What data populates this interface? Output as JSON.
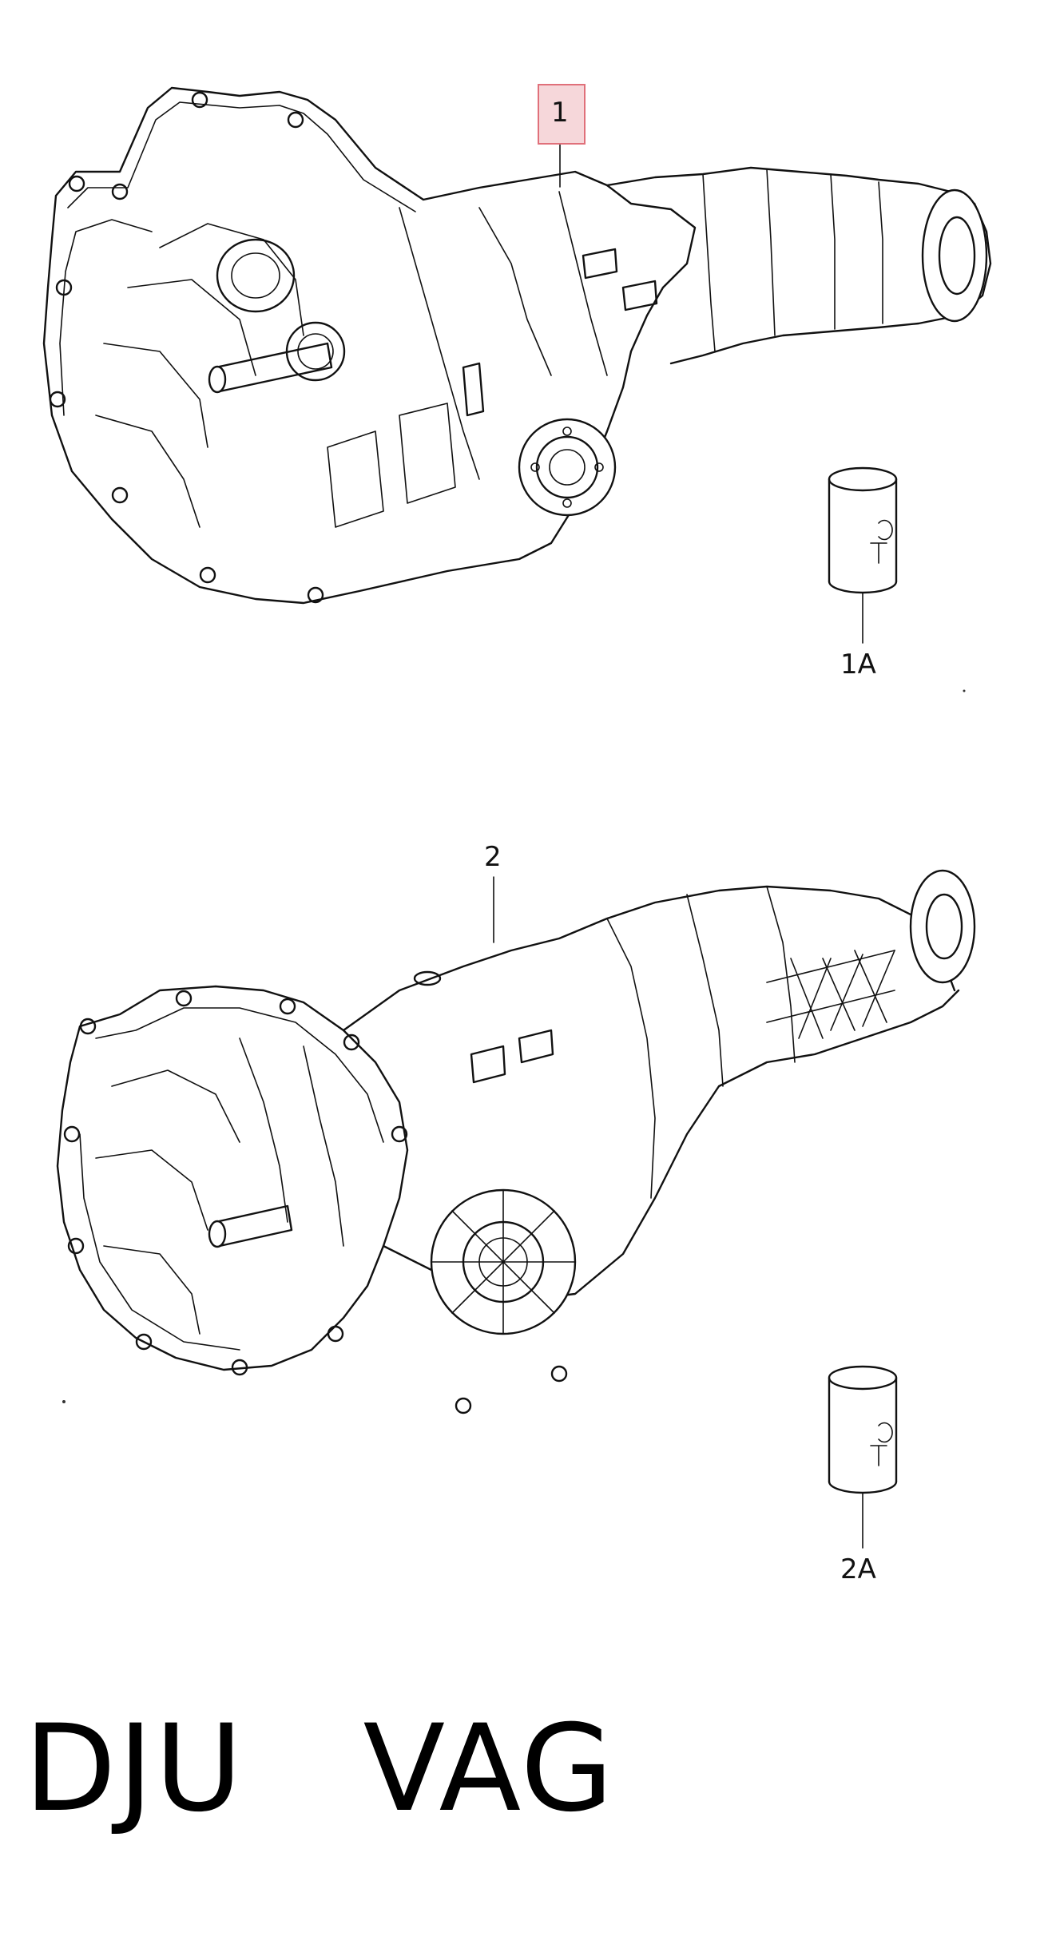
{
  "parts": [
    {
      "id": "p1",
      "label": "1",
      "highlighted": true
    },
    {
      "id": "p1a",
      "label": "1A",
      "highlighted": false
    },
    {
      "id": "p2",
      "label": "2",
      "highlighted": false
    },
    {
      "id": "p2a",
      "label": "2A",
      "highlighted": false
    }
  ],
  "caption": "DJU   VAG",
  "colors": {
    "highlight_fill": "#f6d7da",
    "highlight_border": "#e0707a",
    "ink": "#111111"
  }
}
